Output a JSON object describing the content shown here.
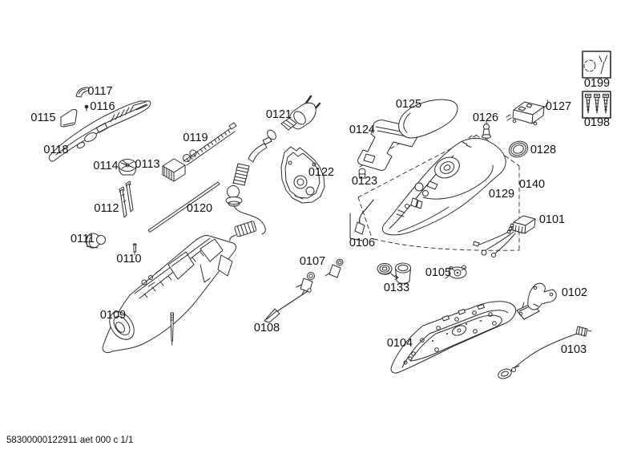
{
  "page": {
    "footer_code": "58300000122911 aet 000 c 1/1",
    "background_color": "#ffffff",
    "line_color": "#2b2b2b"
  },
  "legend": {
    "service_tools": {
      "label": "0199",
      "icon": "wrench-tool-icon"
    },
    "screws": {
      "label": "0198",
      "icon": "screws-icon"
    }
  },
  "parts": {
    "0101": "0101",
    "0102": "0102",
    "0103": "0103",
    "0104": "0104",
    "0105": "0105",
    "0106": "0106",
    "0107": "0107",
    "0108": "0108",
    "0109": "0109",
    "0110": "0110",
    "0111": "0111",
    "0112": "0112",
    "0113": "0113",
    "0114": "0114",
    "0115": "0115",
    "0116": "0116",
    "0117": "0117",
    "0118": "0118",
    "0119": "0119",
    "0120": "0120",
    "0121": "0121",
    "0122": "0122",
    "0123": "0123",
    "0124": "0124",
    "0125": "0125",
    "0126": "0126",
    "0127": "0127",
    "0128": "0128",
    "0129": "0129",
    "0133": "0133",
    "0140": "0140",
    "0198": "0198",
    "0199": "0199"
  }
}
